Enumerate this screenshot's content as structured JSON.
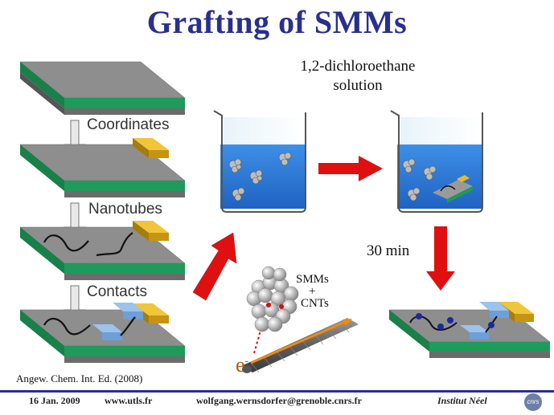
{
  "title": "Grafting of SMMs",
  "steps": {
    "coordinates": "Coordinates",
    "nanotubes": "Nanotubes",
    "contacts": "Contacts"
  },
  "solution": {
    "line1": "1,2-dichloroethane",
    "line2": "solution"
  },
  "time_label": "30 min",
  "inset": {
    "smms": "SMMs",
    "plus": "+",
    "cnts": "CNTs",
    "electron": "e",
    "electron_sup": "-"
  },
  "reference": "Angew. Chem. Int. Ed. (2008)",
  "footer": {
    "date": "16 Jan. 2009",
    "website": "www.utls.fr",
    "email": "wolfgang.wernsdorfer@grenoble.cnrs.fr",
    "institute": "Institut Néel",
    "logo": "cnrs"
  },
  "colors": {
    "title": "#2a2f8f",
    "substrate_top": "#8c8c8c",
    "substrate_green": "#1e9a5a",
    "gold_contact": "#d9a814",
    "blue_contact": "#6e9fd8",
    "liquid": "#2f7fd6",
    "arrow_red": "#e01010"
  }
}
